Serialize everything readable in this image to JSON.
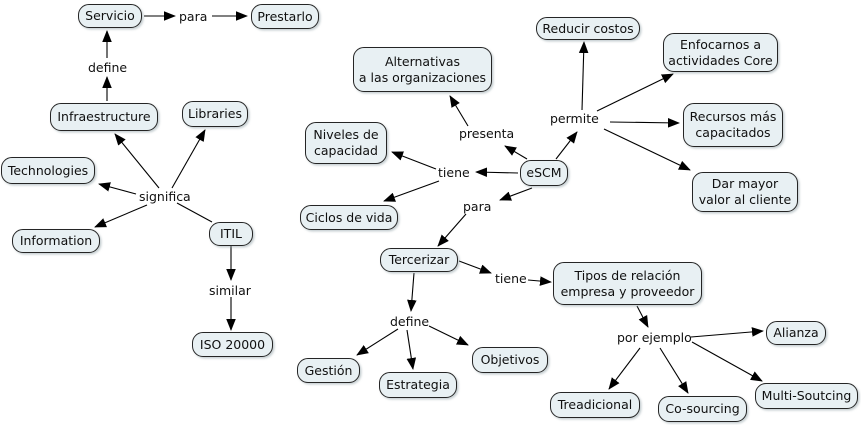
{
  "diagram": {
    "kind": "concept-map",
    "background_color": "#ffffff",
    "node_fill_color": "#e8f0f3",
    "node_border_color": "#252525",
    "line_color": "#000000",
    "text_color": "#101010"
  },
  "nodes": {
    "servicio": {
      "label": "Servicio"
    },
    "prestarlo": {
      "label": "Prestarlo"
    },
    "infraestructure": {
      "label": "Infraestructure"
    },
    "libraries": {
      "label": "Libraries"
    },
    "technologies": {
      "label": "Technologies"
    },
    "information": {
      "label": "Information"
    },
    "itil": {
      "label": "ITIL"
    },
    "iso20000": {
      "label": "ISO 20000"
    },
    "alternativas": {
      "label": "Alternativas\na las organizaciones"
    },
    "reducir": {
      "label": "Reducir costos"
    },
    "enfocarnos": {
      "label": "Enfocarnos a\nactividades Core"
    },
    "niveles": {
      "label": "Niveles de\ncapacidad"
    },
    "escm": {
      "label": "eSCM"
    },
    "recursos": {
      "label": "Recursos más\ncapacitados"
    },
    "ciclos": {
      "label": "Ciclos de vida"
    },
    "darmayor": {
      "label": "Dar mayor\nvalor al cliente"
    },
    "tercerizar": {
      "label": "Tercerizar"
    },
    "tipos": {
      "label": "Tipos de relación\nempresa y proveedor"
    },
    "alianza": {
      "label": "Alianza"
    },
    "gestion": {
      "label": "Gestión"
    },
    "estrategia": {
      "label": "Estrategia"
    },
    "objetivos": {
      "label": "Objetivos"
    },
    "treadicional": {
      "label": "Treadicional"
    },
    "cosourcing": {
      "label": "Co-sourcing"
    },
    "multisoutcing": {
      "label": "Multi-Soutcing"
    }
  },
  "phrases": {
    "para_servicio": {
      "text": "para"
    },
    "define_infra": {
      "text": "define"
    },
    "significa": {
      "text": "significa"
    },
    "similar": {
      "text": "similar"
    },
    "presenta": {
      "text": "presenta"
    },
    "permite": {
      "text": "permite"
    },
    "tiene_escm": {
      "text": "tiene"
    },
    "para_escm": {
      "text": "para"
    },
    "tiene_tercerizar": {
      "text": "tiene"
    },
    "define_tercerizar": {
      "text": "define"
    },
    "por_ejemplo": {
      "text": "por ejemplo"
    }
  },
  "relations": [
    {
      "from": "Infraestructure",
      "phrase": "define",
      "to": "Servicio"
    },
    {
      "from": "Servicio",
      "phrase": "para",
      "to": "Prestarlo"
    },
    {
      "from": "ITIL",
      "phrase": "significa",
      "to": "Technologies"
    },
    {
      "from": "ITIL",
      "phrase": "significa",
      "to": "Information"
    },
    {
      "from": "ITIL",
      "phrase": "significa",
      "to": "Infraestructure"
    },
    {
      "from": "ITIL",
      "phrase": "significa",
      "to": "Libraries"
    },
    {
      "from": "ITIL",
      "phrase": "similar",
      "to": "ISO 20000"
    },
    {
      "from": "eSCM",
      "phrase": "presenta",
      "to": "Alternativas a las organizaciones"
    },
    {
      "from": "eSCM",
      "phrase": "permite",
      "to": "Reducir costos"
    },
    {
      "from": "eSCM",
      "phrase": "permite",
      "to": "Enfocarnos a actividades Core"
    },
    {
      "from": "eSCM",
      "phrase": "permite",
      "to": "Recursos más capacitados"
    },
    {
      "from": "eSCM",
      "phrase": "permite",
      "to": "Dar mayor valor al cliente"
    },
    {
      "from": "eSCM",
      "phrase": "tiene",
      "to": "Niveles de capacidad"
    },
    {
      "from": "eSCM",
      "phrase": "tiene",
      "to": "Ciclos de vida"
    },
    {
      "from": "eSCM",
      "phrase": "para",
      "to": "Tercerizar"
    },
    {
      "from": "Tercerizar",
      "phrase": "tiene",
      "to": "Tipos de relación empresa y proveedor"
    },
    {
      "from": "Tercerizar",
      "phrase": "define",
      "to": "Gestión"
    },
    {
      "from": "Tercerizar",
      "phrase": "define",
      "to": "Estrategia"
    },
    {
      "from": "Tercerizar",
      "phrase": "define",
      "to": "Objetivos"
    },
    {
      "from": "Tipos de relación empresa y proveedor",
      "phrase": "por ejemplo",
      "to": "Alianza"
    },
    {
      "from": "Tipos de relación empresa y proveedor",
      "phrase": "por ejemplo",
      "to": "Treadicional"
    },
    {
      "from": "Tipos de relación empresa y proveedor",
      "phrase": "por ejemplo",
      "to": "Co-sourcing"
    },
    {
      "from": "Tipos de relación empresa y proveedor",
      "phrase": "por ejemplo",
      "to": "Multi-Soutcing"
    }
  ]
}
